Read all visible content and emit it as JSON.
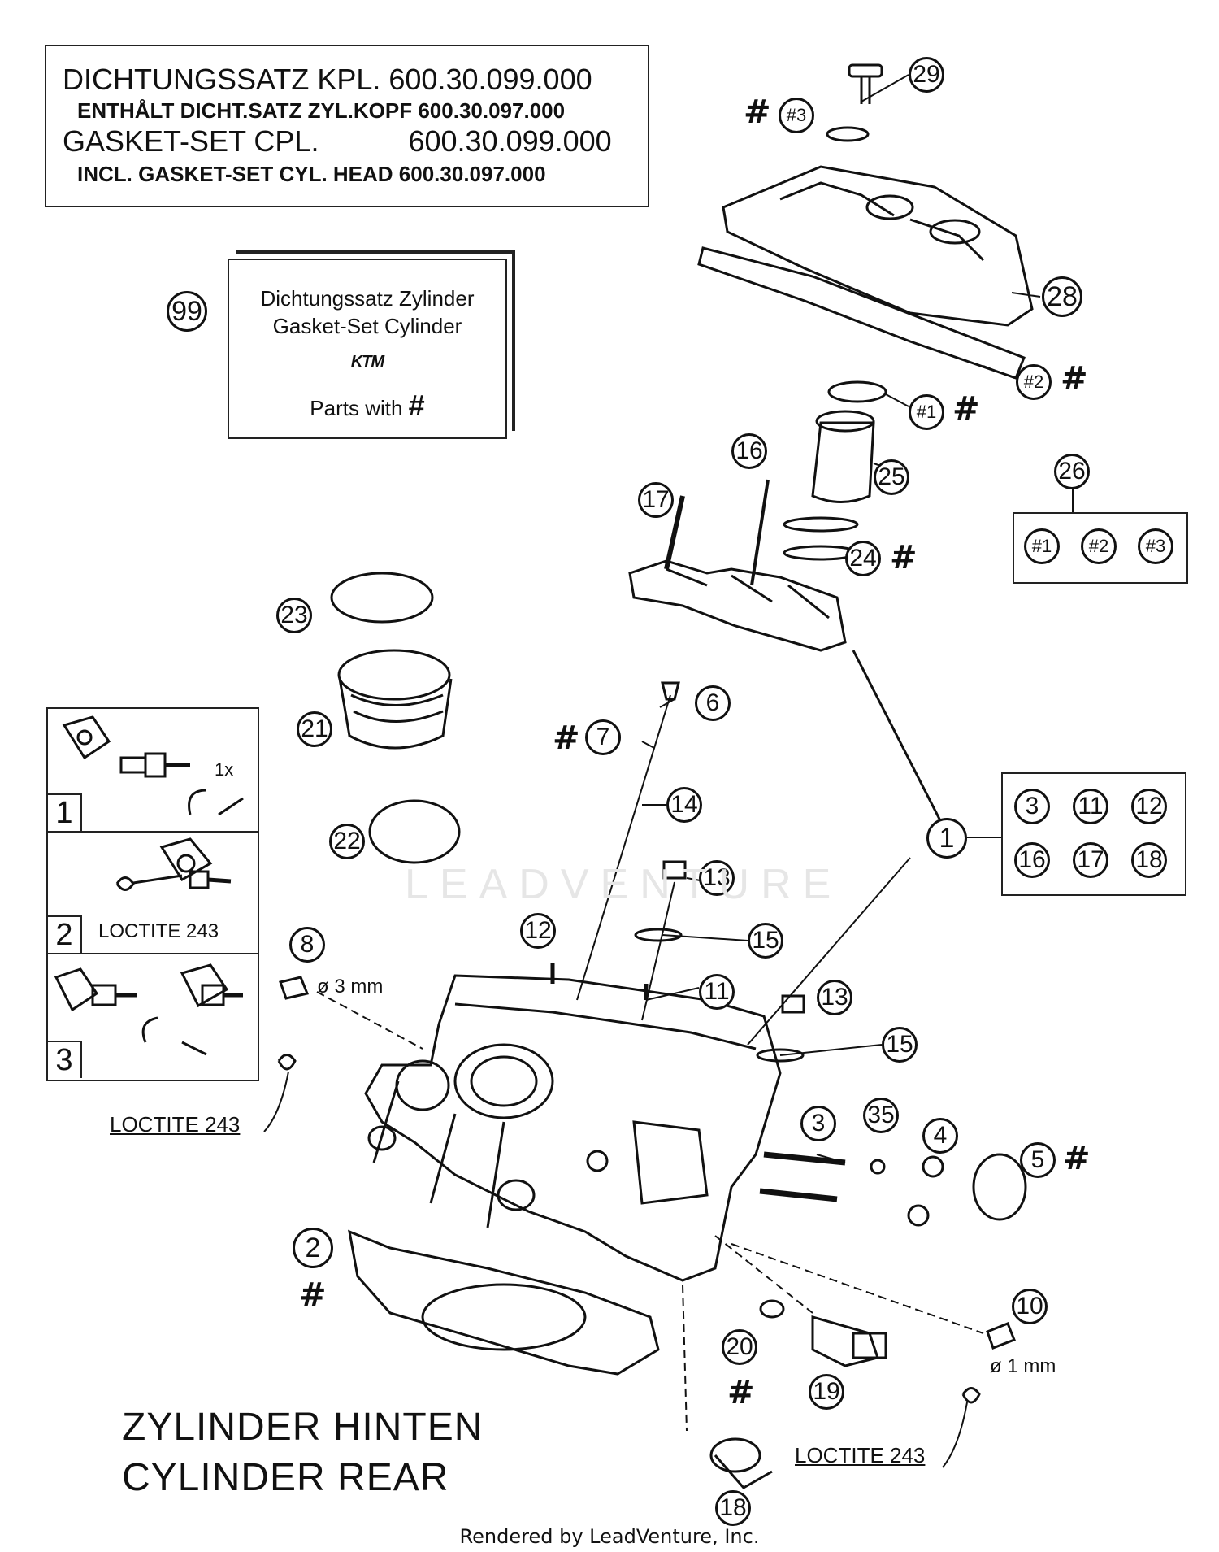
{
  "title_box": {
    "line1": "DICHTUNGSSATZ KPL. 600.30.099.000",
    "line2": "ENTHÅLT DICHT.SATZ ZYL.KOPF 600.30.097.000",
    "line3": "GASKET-SET CPL.           600.30.099.000",
    "line4": "INCL. GASKET-SET CYL. HEAD 600.30.097.000"
  },
  "gasket_kit": {
    "callout": "99",
    "line1": "Dichtungssatz Zylinder",
    "line2": "Gasket-Set Cylinder",
    "brand": "KTM",
    "line3": "Parts with",
    "hash": "#"
  },
  "steps": [
    {
      "number": "1",
      "note": "1x"
    },
    {
      "number": "2",
      "note": "LOCTITE 243"
    },
    {
      "number": "3",
      "note": ""
    }
  ],
  "group": {
    "callout": "1",
    "members": [
      "3",
      "11",
      "12",
      "16",
      "17",
      "18"
    ]
  },
  "kit26": {
    "callout": "26",
    "members": [
      "#1",
      "#2",
      "#3"
    ]
  },
  "callouts": {
    "c29": "29",
    "c3h": "#3",
    "c28": "28",
    "c2h": "#2",
    "c1h": "#1",
    "c16": "16",
    "c17": "17",
    "c25": "25",
    "c24": "24",
    "c23": "23",
    "c21": "21",
    "c22": "22",
    "c6": "6",
    "c7": "7",
    "c14": "14",
    "c13a": "13",
    "c13b": "13",
    "c15a": "15",
    "c15b": "15",
    "c12": "12",
    "c11": "11",
    "c8": "8",
    "c3": "3",
    "c35": "35",
    "c4": "4",
    "c5": "5",
    "c2": "2",
    "c10": "10",
    "c20": "20",
    "c19": "19",
    "c18": "18"
  },
  "hash_mark": "#",
  "labels": {
    "dia3": "ø 3 mm",
    "dia1": "ø 1 mm",
    "loctite_left": "LOCTITE 243",
    "loctite_right": "LOCTITE 243"
  },
  "caption": {
    "line1": "ZYLINDER HINTEN",
    "line2": "CYLINDER REAR"
  },
  "watermark": "LEADVENTURE",
  "footer": "Rendered by LeadVenture, Inc."
}
